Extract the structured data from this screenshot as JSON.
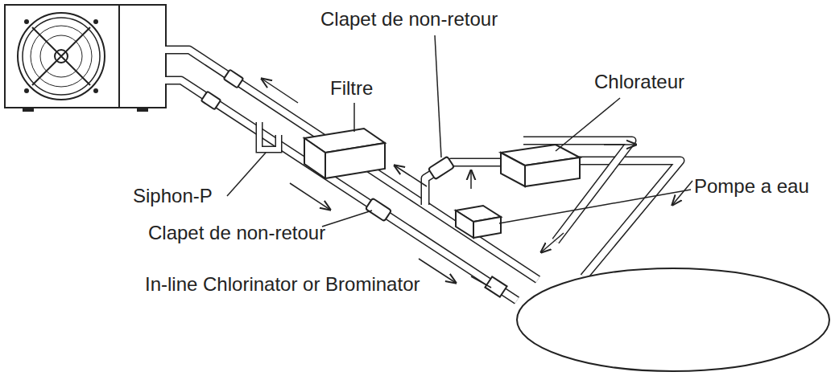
{
  "diagram": {
    "labels": [
      "Clapet de non-retour",
      "Filtre",
      "Chlorateur",
      "Siphon-P",
      "Pompe a eau",
      "Clapet de non-retour",
      "In-line Chlorinator or Brominator"
    ]
  }
}
